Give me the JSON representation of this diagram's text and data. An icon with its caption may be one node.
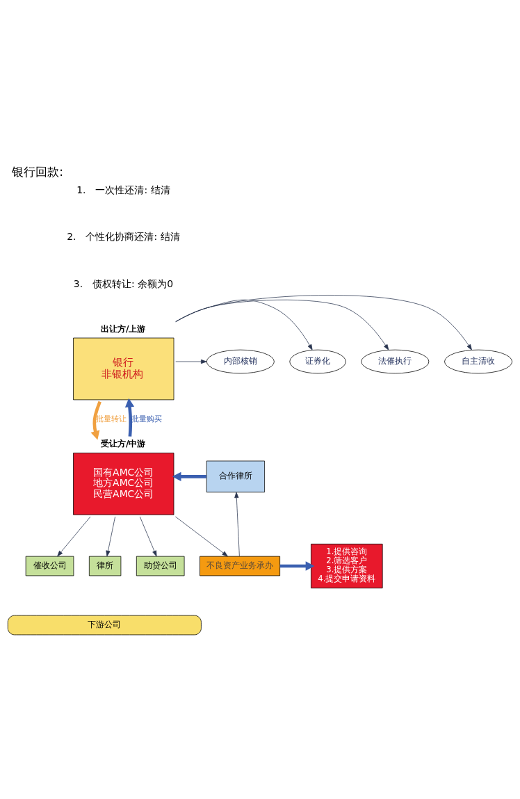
{
  "diagram": {
    "title": "银行回款:",
    "nodes": [
      {
        "text": [
          "银行",
          "非银机构"
        ],
        "beside": [
          "出让方/上游"
        ]
      },
      {
        "text": [
          "自主清收"
        ]
      },
      {
        "text": [
          "法催执行"
        ]
      },
      {
        "text": [
          "证券化"
        ]
      },
      {
        "text": [
          "内部核销"
        ]
      },
      {
        "text": [
          "国有AMC公司",
          "地方AMC公司",
          "民营AMC公司"
        ],
        "beside": [
          "受让方/中游"
        ]
      },
      {
        "text": [
          "合作律所"
        ]
      },
      {
        "text": [
          "催收公司"
        ]
      },
      {
        "text": [
          "律所"
        ]
      },
      {
        "text": [
          "助贷公司"
        ]
      },
      {
        "text": [
          "不良资产业务承办"
        ]
      },
      {
        "text": [
          "1.提供咨询",
          "2.筛选客户",
          "3.提供方案",
          "4.提交申请资料"
        ]
      },
      {
        "text": [
          "下游公司"
        ]
      }
    ],
    "edges": [
      {
        "from": 0,
        "to": 1,
        "arrow": "to"
      },
      {
        "from": 0,
        "to": 2,
        "arrow": "to"
      },
      {
        "from": 0,
        "to": 3,
        "arrow": "to"
      },
      {
        "from": 0,
        "to": 4,
        "arrow": "to"
      },
      {
        "from": 5,
        "to": 0,
        "arrow": "to",
        "label": "批量购买",
        "style": "thick",
        "color": "#3a5fb0"
      },
      {
        "from": 0,
        "to": 5,
        "arrow": "to",
        "label": "批量转让",
        "style": "thick",
        "color": "#f0a040"
      },
      {
        "from": 6,
        "to": 5,
        "arrow": "to",
        "style": "thick",
        "color": "#3a5fb0"
      },
      {
        "from": 5,
        "to": 7,
        "arrow": "to"
      },
      {
        "from": 5,
        "to": 8,
        "arrow": "to"
      },
      {
        "from": 5,
        "to": 9,
        "arrow": "to"
      },
      {
        "from": 5,
        "to": 10,
        "arrow": "to"
      },
      {
        "from": 10,
        "to": 6,
        "arrow": "to"
      },
      {
        "from": 10,
        "to": 11,
        "arrow": "to",
        "style": "thick",
        "color": "#3a5fb0"
      }
    ],
    "labels": [
      "1.　一次性还清: 结清",
      "2.　个性化协商还清: 结清",
      "3.　债权转让: 余额为0"
    ]
  }
}
